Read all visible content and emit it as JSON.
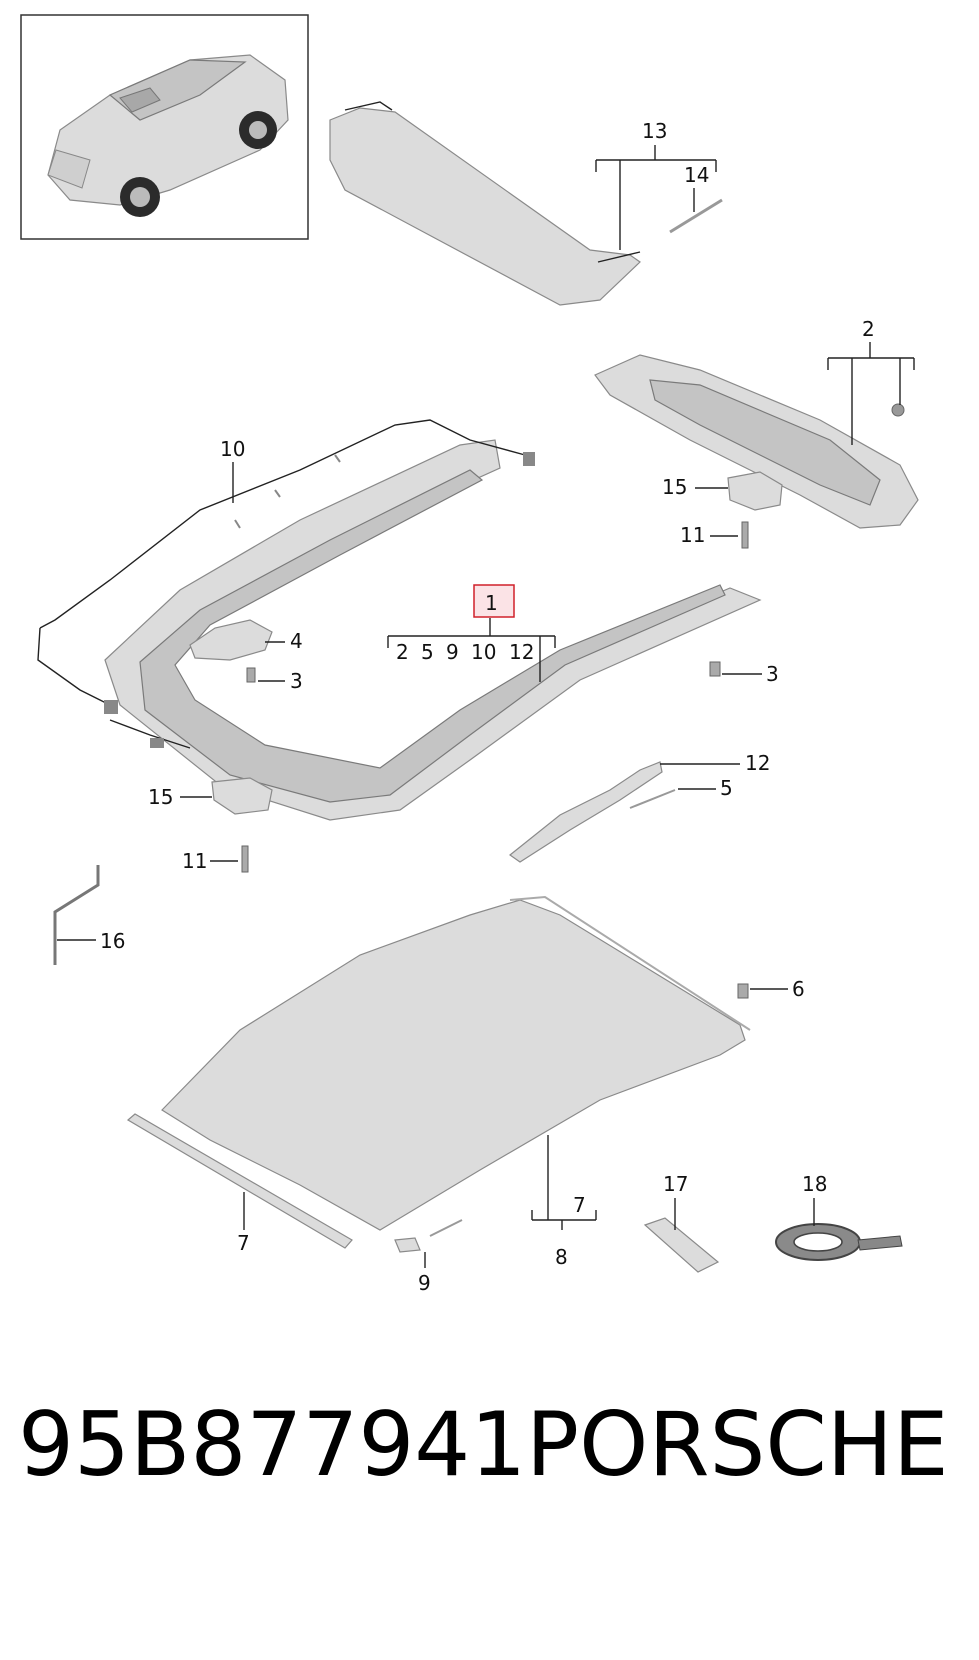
{
  "diagram": {
    "highlight_color": "#fbe3e6",
    "highlight_border": "#d0202a",
    "callouts": {
      "c13": "13",
      "c14": "14",
      "c2": "2",
      "c15a": "15",
      "c11a": "11",
      "c10": "10",
      "c1": "1",
      "sub2": "2",
      "sub5": "5",
      "sub9": "9",
      "sub10": "10",
      "sub12": "12",
      "c4": "4",
      "c3a": "3",
      "c3b": "3",
      "c12": "12",
      "c5": "5",
      "c15b": "15",
      "c11b": "11",
      "c16": "16",
      "c6": "6",
      "c7a": "7",
      "c7b": "7",
      "c8": "8",
      "c9": "9",
      "c17": "17",
      "c18": "18"
    }
  },
  "footer": {
    "part_number": "95B877941",
    "brand": "PORSCHE"
  }
}
